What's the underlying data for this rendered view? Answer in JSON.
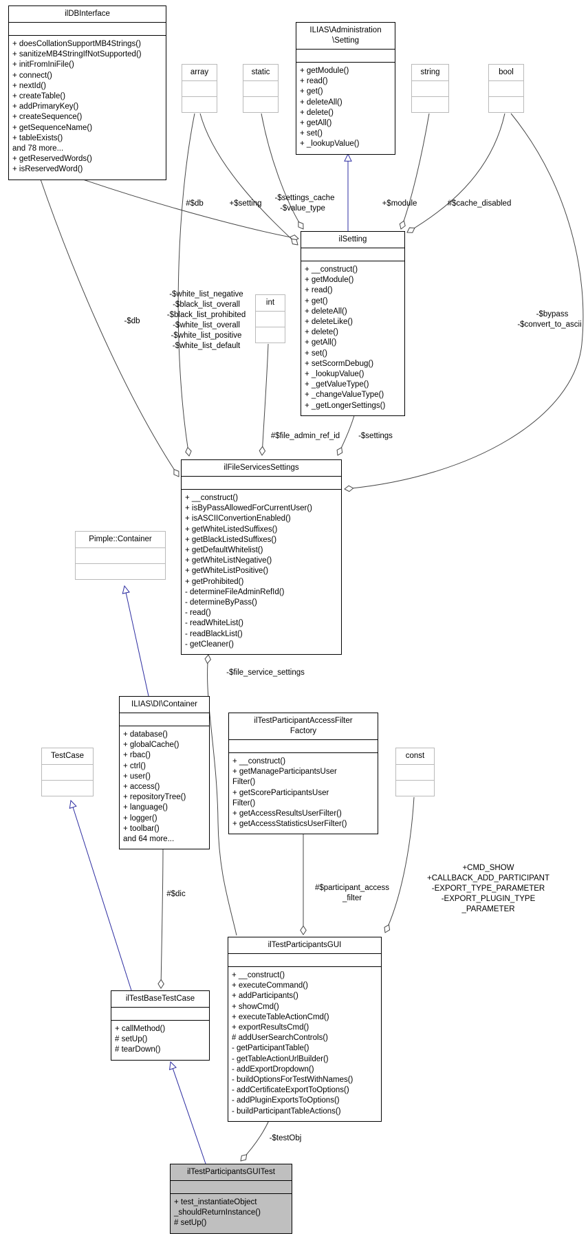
{
  "diagram": {
    "type": "uml-collaboration-graph",
    "colors": {
      "edge": "#464646",
      "inheritance_edge": "#2b2ba0",
      "focus_fill": "#bfbfbf",
      "ref_border": "#b9b9b9",
      "background": "#ffffff"
    },
    "classes": [
      {
        "id": "ildbinterface",
        "kind": "class",
        "title": [
          "ilDBInterface"
        ],
        "methods": [
          "+ doesCollationSupportMB4Strings()",
          "+ sanitizeMB4StringIfNotSupported()",
          "+ initFromIniFile()",
          "+ connect()",
          "+ nextId()",
          "+ createTable()",
          "+ addPrimaryKey()",
          "+ createSequence()",
          "+ getSequenceName()",
          "+ tableExists()",
          "and 78 more...",
          "+ getReservedWords()",
          "+ isReservedWord()"
        ]
      },
      {
        "id": "admin_setting",
        "kind": "class",
        "title": [
          "ILIAS\\Administration",
          "\\Setting"
        ],
        "methods": [
          "+ getModule()",
          "+ read()",
          "+ get()",
          "+ deleteAll()",
          "+ delete()",
          "+ getAll()",
          "+ set()",
          "+ _lookupValue()"
        ]
      },
      {
        "id": "array",
        "kind": "ref",
        "title": [
          "array"
        ],
        "methods": []
      },
      {
        "id": "static",
        "kind": "ref",
        "title": [
          "static"
        ],
        "methods": []
      },
      {
        "id": "string",
        "kind": "ref",
        "title": [
          "string"
        ],
        "methods": []
      },
      {
        "id": "bool",
        "kind": "ref",
        "title": [
          "bool"
        ],
        "methods": []
      },
      {
        "id": "ilsetting",
        "kind": "class",
        "title": [
          "ilSetting"
        ],
        "methods": [
          "+ __construct()",
          "+ getModule()",
          "+ read()",
          "+ get()",
          "+ deleteAll()",
          "+ deleteLike()",
          "+ delete()",
          "+ getAll()",
          "+ set()",
          "+ setScormDebug()",
          "+ _lookupValue()",
          "+ _getValueType()",
          "+ _changeValueType()",
          "+ _getLongerSettings()"
        ]
      },
      {
        "id": "int",
        "kind": "ref",
        "title": [
          "int"
        ],
        "methods": []
      },
      {
        "id": "fss",
        "kind": "class",
        "title": [
          "ilFileServicesSettings"
        ],
        "methods": [
          "+ __construct()",
          "+ isByPassAllowedForCurrentUser()",
          "+ isASCIIConvertionEnabled()",
          "+ getWhiteListedSuffixes()",
          "+ getBlackListedSuffixes()",
          "+ getDefaultWhitelist()",
          "+ getWhiteListNegative()",
          "+ getWhiteListPositive()",
          "+ getProhibited()",
          "- determineFileAdminRefId()",
          "- determineByPass()",
          "- read()",
          "- readWhiteList()",
          "- readBlackList()",
          "- getCleaner()"
        ]
      },
      {
        "id": "pimple",
        "kind": "ref",
        "title": [
          "Pimple::Container"
        ],
        "methods": []
      },
      {
        "id": "dic",
        "kind": "class",
        "title": [
          "ILIAS\\DI\\Container"
        ],
        "methods": [
          "+ database()",
          "+ globalCache()",
          "+ rbac()",
          "+ ctrl()",
          "+ user()",
          "+ access()",
          "+ repositoryTree()",
          "+ language()",
          "+ logger()",
          "+ toolbar()",
          "and 64 more..."
        ]
      },
      {
        "id": "testcase",
        "kind": "ref",
        "title": [
          "TestCase"
        ],
        "methods": []
      },
      {
        "id": "factory",
        "kind": "class",
        "title": [
          "ilTestParticipantAccessFilter",
          "Factory"
        ],
        "methods": [
          "+ __construct()",
          "+ getManageParticipantsUser",
          "Filter()",
          "+ getScoreParticipantsUser",
          "Filter()",
          "+ getAccessResultsUserFilter()",
          "+ getAccessStatisticsUserFilter()"
        ]
      },
      {
        "id": "const",
        "kind": "ref",
        "title": [
          "const"
        ],
        "methods": []
      },
      {
        "id": "gui",
        "kind": "class",
        "title": [
          "ilTestParticipantsGUI"
        ],
        "methods": [
          "+ __construct()",
          "+ executeCommand()",
          "+ addParticipants()",
          "+ showCmd()",
          "+ executeTableActionCmd()",
          "+ exportResultsCmd()",
          "# addUserSearchControls()",
          "- getParticipantTable()",
          "- getTableActionUrlBuilder()",
          "- addExportDropdown()",
          "- buildOptionsForTestWithNames()",
          "- addCertificateExportToOptions()",
          "- addPluginExportsToOptions()",
          "- buildParticipantTableActions()"
        ]
      },
      {
        "id": "basetc",
        "kind": "class",
        "title": [
          "ilTestBaseTestCase"
        ],
        "methods": [
          "+ callMethod()",
          "# setUp()",
          "# tearDown()"
        ]
      },
      {
        "id": "guitest",
        "kind": "focus",
        "title": [
          "ilTestParticipantsGUITest"
        ],
        "methods": [
          "+ test_instantiateObject",
          "_shouldReturnInstance()",
          "# setUp()"
        ]
      }
    ],
    "edge_labels": {
      "db_setting": "#$db",
      "setting_member": "+$setting",
      "settings_cache": "-$settings_cache",
      "value_type": "-$value_type",
      "module": "+$module",
      "cache_disabled": "#$cache_disabled",
      "db_fss": "-$db",
      "wl1": "-$white_list_negative",
      "wl2": "-$black_list_overall",
      "wl3": "-$black_list_prohibited",
      "wl4": "-$white_list_overall",
      "wl5": "-$white_list_positive",
      "wl6": "-$white_list_default",
      "bypass": "-$bypass",
      "convert": "-$convert_to_ascii",
      "file_admin": "#$file_admin_ref_id",
      "settings_member": "-$settings",
      "file_service_settings": "-$file_service_settings",
      "dic_member": "#$dic",
      "paf1": "#$participant_access",
      "paf2": "_filter",
      "c1": "+CMD_SHOW",
      "c2": "+CALLBACK_ADD_PARTICIPANT",
      "c3": "-EXPORT_TYPE_PARAMETER",
      "c4": "-EXPORT_PLUGIN_TYPE",
      "c5": "_PARAMETER",
      "test_obj": "-$testObj"
    }
  }
}
